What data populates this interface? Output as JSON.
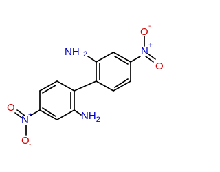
{
  "molecule": {
    "bottom_left_nitro": {
      "n": "N",
      "n_charge": "+",
      "o_top": "O",
      "o_bottom": "O",
      "o_bottom_charge": "-"
    },
    "top_right_nitro": {
      "n": "N",
      "n_charge": "+",
      "o_top": "O",
      "o_top_charge": "-",
      "o_bottom": "O"
    },
    "top_amine": {
      "label": "H",
      "prefix": "N",
      "count": "2"
    },
    "bottom_amine": {
      "label": "N",
      "suffix": "H",
      "count": "2"
    }
  },
  "colors": {
    "bond": "#000000",
    "oxygen": "#d40000",
    "nitrogen": "#0000cc"
  }
}
